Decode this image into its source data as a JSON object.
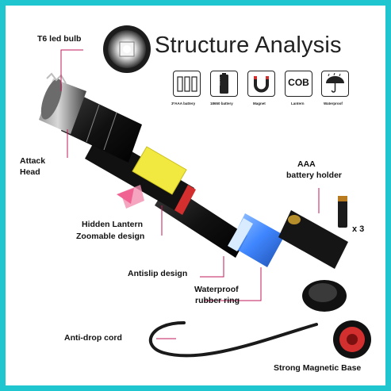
{
  "title": "Structure Analysis",
  "features": [
    {
      "icon": "aaa-battery-icon",
      "label": "3*AAA battery"
    },
    {
      "icon": "18650-battery-icon",
      "label": "18650 battery",
      "mark": "18650"
    },
    {
      "icon": "magnet-icon",
      "label": "Magnet"
    },
    {
      "icon": "cob-lantern-icon",
      "label": "Lantern",
      "mark": "COB"
    },
    {
      "icon": "umbrella-waterproof-icon",
      "label": "Waterproof"
    }
  ],
  "callouts": {
    "bulb": "T6 led bulb",
    "head_1": "Attack",
    "head_2": "Head",
    "lantern_1": "Hidden Lantern",
    "lantern_2": "Zoomable design",
    "antislip": "Antislip design",
    "ring_1": "Waterproof",
    "ring_2": "rubber ring",
    "holder_1": "AAA",
    "holder_2": "battery holder",
    "battery_count": "x 3",
    "cord": "Anti-drop cord",
    "base": "Strong Magnetic Base"
  },
  "colors": {
    "frame": "#20c6cf",
    "leader_line": "#c2185b",
    "lantern_panel": "#f1e840",
    "accent_ring": "#d32f2f",
    "battery_glow": "#2f7cff",
    "arrow": "#f28fb0"
  }
}
